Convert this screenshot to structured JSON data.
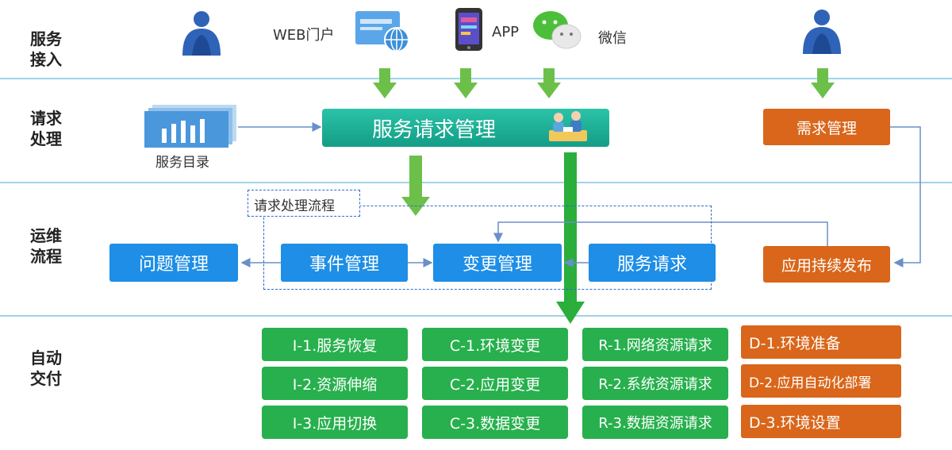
{
  "lanes": {
    "service_access": "服务\n接入",
    "request_handling": "请求\n处理",
    "ops_process": "运维\n流程",
    "auto_delivery": "自动\n交付"
  },
  "channels": {
    "web": "WEB门户",
    "app": "APP",
    "wechat": "微信"
  },
  "request": {
    "service_catalog": "服务目录",
    "service_request_mgmt": "服务请求管理",
    "demand_mgmt": "需求管理"
  },
  "ops": {
    "flow_label": "请求处理流程",
    "problem_mgmt": "问题管理",
    "incident_mgmt": "事件管理",
    "change_mgmt": "变更管理",
    "service_request": "服务请求",
    "continuous_release": "应用持续发布"
  },
  "delivery": {
    "i1": "I-1.服务恢复",
    "i2": "I-2.资源伸缩",
    "i3": "I-3.应用切换",
    "c1": "C-1.环境变更",
    "c2": "C-2.应用变更",
    "c3": "C-3.数据变更",
    "r1": "R-1.网络资源请求",
    "r2": "R-2.系统资源请求",
    "r3": "R-3.数据资源请求",
    "d1": "D-1.环境准备",
    "d2": "D-2.应用自动化部署",
    "d3": "D-3.环境设置"
  },
  "colors": {
    "lane_divider": "#9fd3e6",
    "blue": "#1e8ee6",
    "green": "#27b04d",
    "orange": "#d9661a",
    "teal": "#139d86",
    "arrow_green": "#6cc04a",
    "connector": "#6a8fc8"
  },
  "icons": [
    "user-icon",
    "web-portal-icon",
    "mobile-app-icon",
    "wechat-icon",
    "service-catalog-icon",
    "team-icon"
  ]
}
